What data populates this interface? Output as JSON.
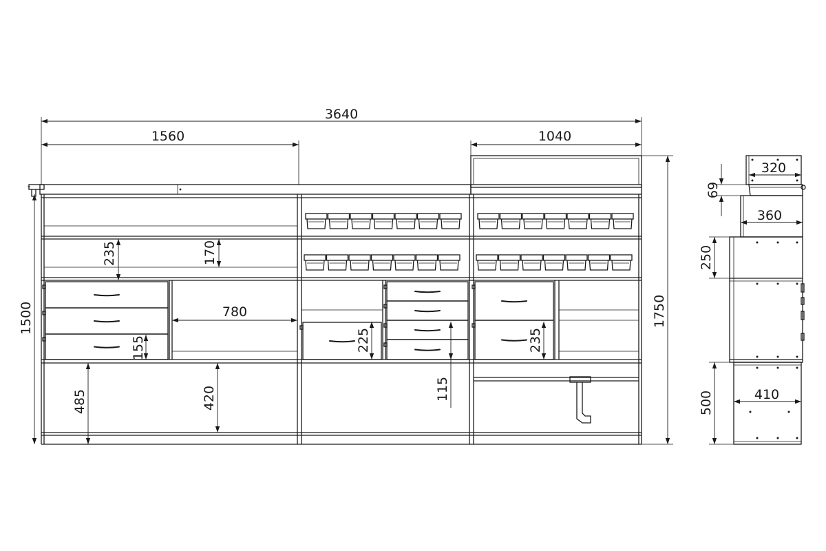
{
  "dimensions": {
    "total_width": "3640",
    "left_width": "1560",
    "right_width": "1040",
    "total_height": "1500",
    "right_height": "1750",
    "shelf_235": "235",
    "shelf_170": "170",
    "drawer_155": "155",
    "opening_780": "780",
    "drawer_225": "225",
    "drawer_235": "235",
    "gap_115": "115",
    "bottom_485": "485",
    "bottom_420": "420"
  },
  "side_view": {
    "top_depth": "320",
    "bin_height": "69",
    "mid_depth": "360",
    "upper_height": "250",
    "base_depth": "410",
    "base_height": "500"
  }
}
